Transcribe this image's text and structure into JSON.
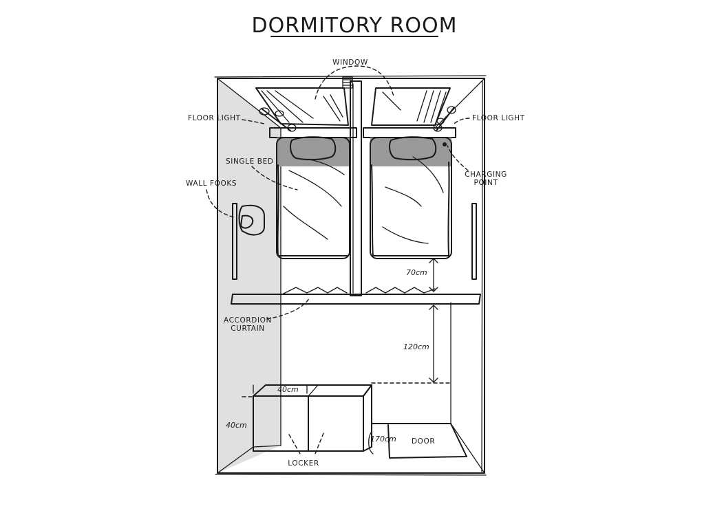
{
  "title": "DORMITORY ROOM",
  "labels": {
    "window": "WINDOW",
    "floor_light_left": "FLOOR LIGHT",
    "floor_light_right": "FLOOR LIGHT",
    "single_bed": "SINGLE BED",
    "wall_hooks": "WALL FOOKS",
    "charging_point_line1": "CHARGING",
    "charging_point_line2": "POINT",
    "accordion_curtain_line1": "ACCORDION",
    "accordion_curtain_line2": "CURTAIN",
    "locker": "LOCKER",
    "door": "DOOR"
  },
  "dimensions": {
    "bed_to_curtain": "70cm",
    "curtain_to_locker": "120cm",
    "locker_width": "40cm",
    "locker_depth": "40cm",
    "door_width": "170cm"
  },
  "colors": {
    "ink": "#1a1a1a",
    "wall_shade": "#e0e0e0",
    "locker_fill": "#cccccc",
    "headboard": "#9a9a9a"
  }
}
